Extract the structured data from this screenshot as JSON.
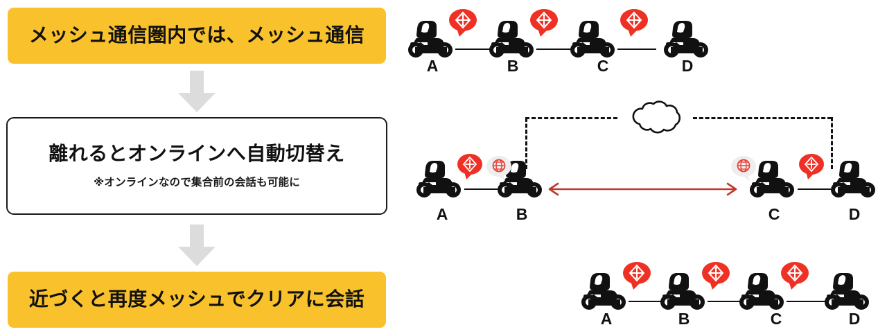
{
  "page": {
    "background_color": "#ffffff",
    "accent_yellow": "#f9c22c",
    "accent_red": "#ee3124",
    "arrow_red": "#c0392b",
    "ink": "#111111",
    "gray_arrow": "#dcdcdc"
  },
  "steps": [
    {
      "id": "step-1",
      "style": "filled",
      "title": "メッシュ通信圏内では、メッシュ通信",
      "subtitle": ""
    },
    {
      "id": "step-2",
      "style": "outlined",
      "title": "離れるとオンラインへ自動切替え",
      "subtitle": "※オンラインなので集合前の会話も可能に"
    },
    {
      "id": "step-3",
      "style": "filled",
      "title": "近づくと再度メッシュでクリアに会話",
      "subtitle": ""
    }
  ],
  "flow_arrows": [
    {
      "name": "down-arrow-1",
      "icon": "arrow-down-icon"
    },
    {
      "name": "down-arrow-2",
      "icon": "arrow-down-icon"
    }
  ],
  "diagram": {
    "rider_icon": "motorcycle-rider-icon",
    "mesh_icon": "mesh-network-icon",
    "online_icon": "globe-online-icon",
    "cloud_icon": "cloud-internet-icon",
    "two_way_arrow_icon": "double-arrow-icon",
    "rows": [
      {
        "id": "row-top",
        "caption": "",
        "riders": [
          {
            "label": "A",
            "bubble": "mesh",
            "bubble_color": "#ee3124"
          },
          {
            "label": "B",
            "bubble": "mesh",
            "bubble_color": "#ee3124"
          },
          {
            "label": "C",
            "bubble": "mesh",
            "bubble_color": "#ee3124"
          },
          {
            "label": "D",
            "bubble": "none",
            "bubble_color": ""
          }
        ],
        "links": [
          "mesh",
          "mesh",
          "mesh"
        ]
      },
      {
        "id": "row-middle",
        "caption": "",
        "riders": [
          {
            "label": "A",
            "bubble": "mesh",
            "bubble_color": "#ee3124"
          },
          {
            "label": "B",
            "bubble": "online",
            "bubble_color": "#eeeeee"
          },
          {
            "label": "C",
            "bubble": "online",
            "bubble_color": "#eeeeee"
          },
          {
            "label": "D",
            "bubble": "mesh",
            "bubble_color": "#ee3124"
          }
        ],
        "links": [
          "mesh",
          "internet",
          "mesh"
        ]
      },
      {
        "id": "row-bottom",
        "caption": "",
        "riders": [
          {
            "label": "A",
            "bubble": "mesh",
            "bubble_color": "#ee3124"
          },
          {
            "label": "B",
            "bubble": "mesh",
            "bubble_color": "#ee3124"
          },
          {
            "label": "C",
            "bubble": "mesh",
            "bubble_color": "#ee3124"
          },
          {
            "label": "D",
            "bubble": "none",
            "bubble_color": ""
          }
        ],
        "links": [
          "mesh",
          "mesh",
          "mesh"
        ]
      }
    ]
  }
}
